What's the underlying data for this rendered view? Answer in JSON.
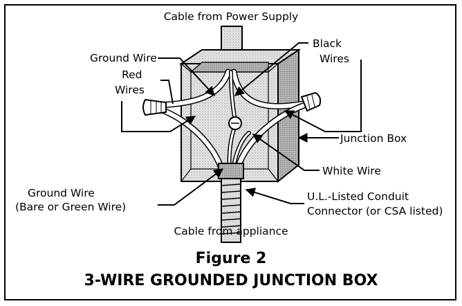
{
  "labels": {
    "cable_power": "Cable from Power Supply",
    "ground_wire_top": "Ground Wire",
    "black_1": "Black",
    "black_2": "Wires",
    "red_1": "Red",
    "red_2": "Wires",
    "junction_box": "Junction Box",
    "white_wire": "White Wire",
    "ground_bottom_1": "Ground Wire",
    "ground_bottom_2": "(Bare or Green Wire)",
    "conduit_1": "U.L.-Listed Conduit",
    "conduit_2": "Connector (or CSA listed)",
    "cable_appliance": "Cable from appliance"
  },
  "caption": {
    "figure": "Figure 2",
    "title": "3-WIRE GROUNDED JUNCTION BOX"
  }
}
